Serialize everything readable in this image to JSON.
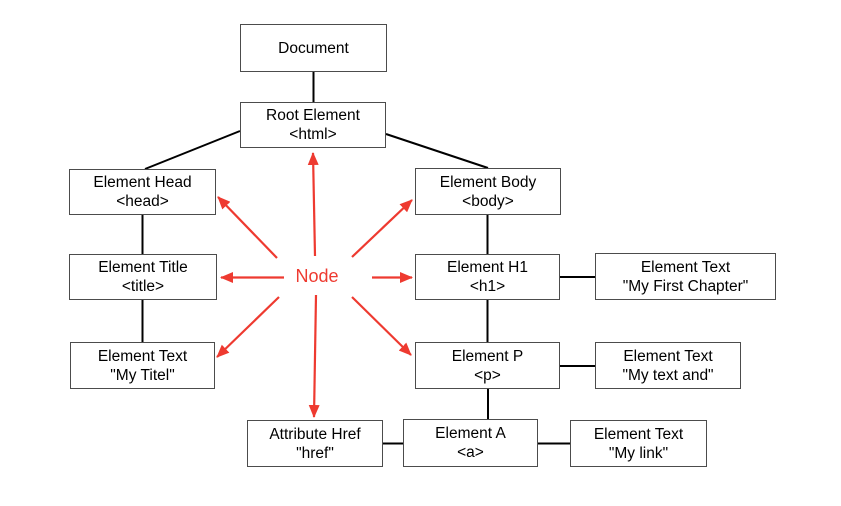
{
  "colors": {
    "accent": "#ee3a30",
    "box_border": "#4c4c4c",
    "connector": "#000000"
  },
  "center_label": "Node",
  "nodes": {
    "document": {
      "line1": "Document",
      "line2": ""
    },
    "root": {
      "line1": "Root Element",
      "line2": "<html>"
    },
    "head": {
      "line1": "Element Head",
      "line2": "<head>"
    },
    "title": {
      "line1": "Element Title",
      "line2": "<title>"
    },
    "text_title": {
      "line1": "Element Text",
      "line2": "\"My Titel\""
    },
    "body": {
      "line1": "Element Body",
      "line2": "<body>"
    },
    "h1": {
      "line1": "Element H1",
      "line2": "<h1>"
    },
    "text_h1": {
      "line1": "Element Text",
      "line2": "\"My First Chapter\""
    },
    "p": {
      "line1": "Element P",
      "line2": "<p>"
    },
    "text_p": {
      "line1": "Element Text",
      "line2": "\"My text and\""
    },
    "attr_href": {
      "line1": "Attribute Href",
      "line2": "\"href\""
    },
    "a": {
      "line1": "Element A",
      "line2": "<a>"
    },
    "text_a": {
      "line1": "Element Text",
      "line2": "\"My link\""
    }
  }
}
